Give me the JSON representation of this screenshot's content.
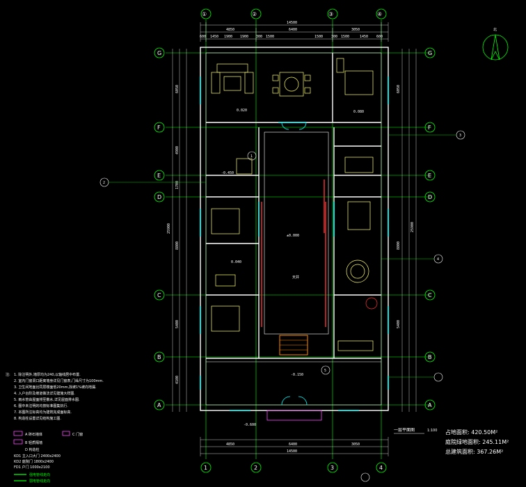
{
  "drawing_title": "一层平面图",
  "scale": "1:100",
  "north": "北",
  "area": {
    "site": "占地面积: 420.50M²",
    "courtyard": "庭院绿地面积: 245.11M²",
    "total": "总建筑面积: 367.26M²"
  },
  "axes_numbered": [
    "①",
    "②",
    "③",
    "④"
  ],
  "axes_numbered_bottom": [
    "1",
    "2",
    "3",
    "4"
  ],
  "axes_lettered": [
    "G",
    "F",
    "E",
    "D",
    "C",
    "B",
    "A"
  ],
  "dims_top_overall": "14500",
  "dims_top_mid": [
    "4850",
    "6400",
    "3050"
  ],
  "dims_top_detail": [
    "600",
    "1450",
    "1900",
    "1900",
    "300",
    "1500",
    "1500",
    "300",
    "1500",
    "1450",
    "600"
  ],
  "dims_side_overall": "25900",
  "dims_side": [
    "6050",
    "4900",
    "1700",
    "8800",
    "5400",
    "4100"
  ],
  "levels": [
    "±0.000",
    "-0.150",
    "0.020",
    "-0.450",
    "-0.600",
    "0.080",
    "0.040"
  ],
  "courtyard_label": "天井",
  "notes_heading": "注:",
  "notes": [
    "1. 除注明外,墙厚均为240,以轴线居中布置.",
    "2. 室内门窗洞口距离墙身详见门窗表,门垛尺寸为100mm.",
    "3. 卫生间地面比同层楼面低20mm,找坡1%坡向地漏.",
    "4. 入户台阶及坡道做法详见建施大样图.",
    "5. 雨水管由屋面排至散水,详见屋面排水图.",
    "6. 图中未注明的均按标准图集执行.",
    "7. 本图所注标高均为建筑完成面标高.",
    "8. 构造柱设置详见结构施工图."
  ],
  "legend": [
    {
      "label": "A 砖石墙体",
      "color": "#ff44ff"
    },
    {
      "label": "B 轻质隔墙",
      "color": "#ff44ff"
    },
    {
      "label": "C 门窗",
      "color": "#ff44ff"
    },
    {
      "label": "D 构造柱",
      "color": "#ff44ff"
    }
  ],
  "door_schedule": [
    "KD1 主入口大门 2400x2400",
    "KD2 庭院门 1800x2400",
    "FD1 户门 1000x2100"
  ],
  "legend_green": [
    "强电管线走向",
    "弱电管线走向"
  ],
  "section_marks": [
    "1",
    "2",
    "3",
    "4",
    "5"
  ],
  "colors": {
    "wall": "#ffffff",
    "axis": "#00ff00",
    "furniture": "#ffff66",
    "window": "#00ffff",
    "column": "#ff3333",
    "dim": "#ffffff"
  }
}
